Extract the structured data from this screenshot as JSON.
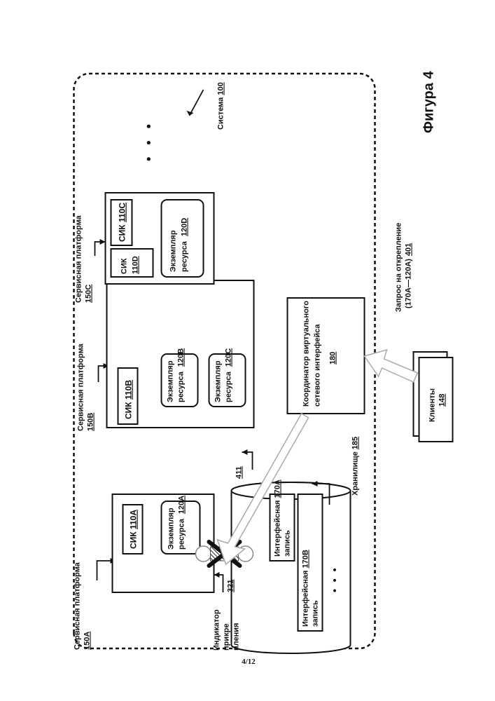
{
  "system": {
    "label": "Система",
    "ref": "100"
  },
  "figure_label": "Фигура 4",
  "page_number": "4/12",
  "platforms": [
    {
      "label": "Сервисная платформа",
      "ref": "150A",
      "nics": [
        {
          "label": "СИК",
          "ref": "110A"
        }
      ],
      "instances": [
        {
          "line1": "Экземпляр",
          "line2": "ресурса",
          "ref": "120A"
        }
      ]
    },
    {
      "label": "Сервисная платформа",
      "ref": "150B",
      "nics": [
        {
          "label": "СИК",
          "ref": "110B"
        }
      ],
      "instances": [
        {
          "line1": "Экземпляр",
          "line2": "ресурса",
          "ref": "120B"
        },
        {
          "line1": "Экземпляр",
          "line2": "ресурса",
          "ref": "120C"
        }
      ]
    },
    {
      "label": "Сервисная платформа",
      "ref": "150C",
      "nics": [
        {
          "label": "СИК",
          "ref": "110C"
        },
        {
          "label": "СИК",
          "ref": "110D"
        }
      ],
      "instances": [
        {
          "line1": "Экземпляр",
          "line2": "ресурса",
          "ref": "120D"
        }
      ]
    }
  ],
  "coordinator": {
    "line1": "Координатор виртуального",
    "line2": "сетевого интерфейса",
    "ref": "180"
  },
  "storage": {
    "label": "Хранилище",
    "ref": "185",
    "records": [
      {
        "line1": "Интерфейсная",
        "line2": "запись",
        "ref": "170A"
      },
      {
        "line1": "Интерфейсная",
        "line2": "запись",
        "ref": "170B"
      }
    ],
    "more": "• • •"
  },
  "attachment_indicator": {
    "line1": "Индикатор",
    "line2": "прикре",
    "line3": "пления",
    "ref": "321"
  },
  "arrow_ref": "411",
  "request": {
    "line1": "Запрос на открепление",
    "line2": "(170A—120A)",
    "ref": "401"
  },
  "clients": {
    "label": "Клиенты",
    "ref": "148"
  },
  "more_platforms": "• • •"
}
